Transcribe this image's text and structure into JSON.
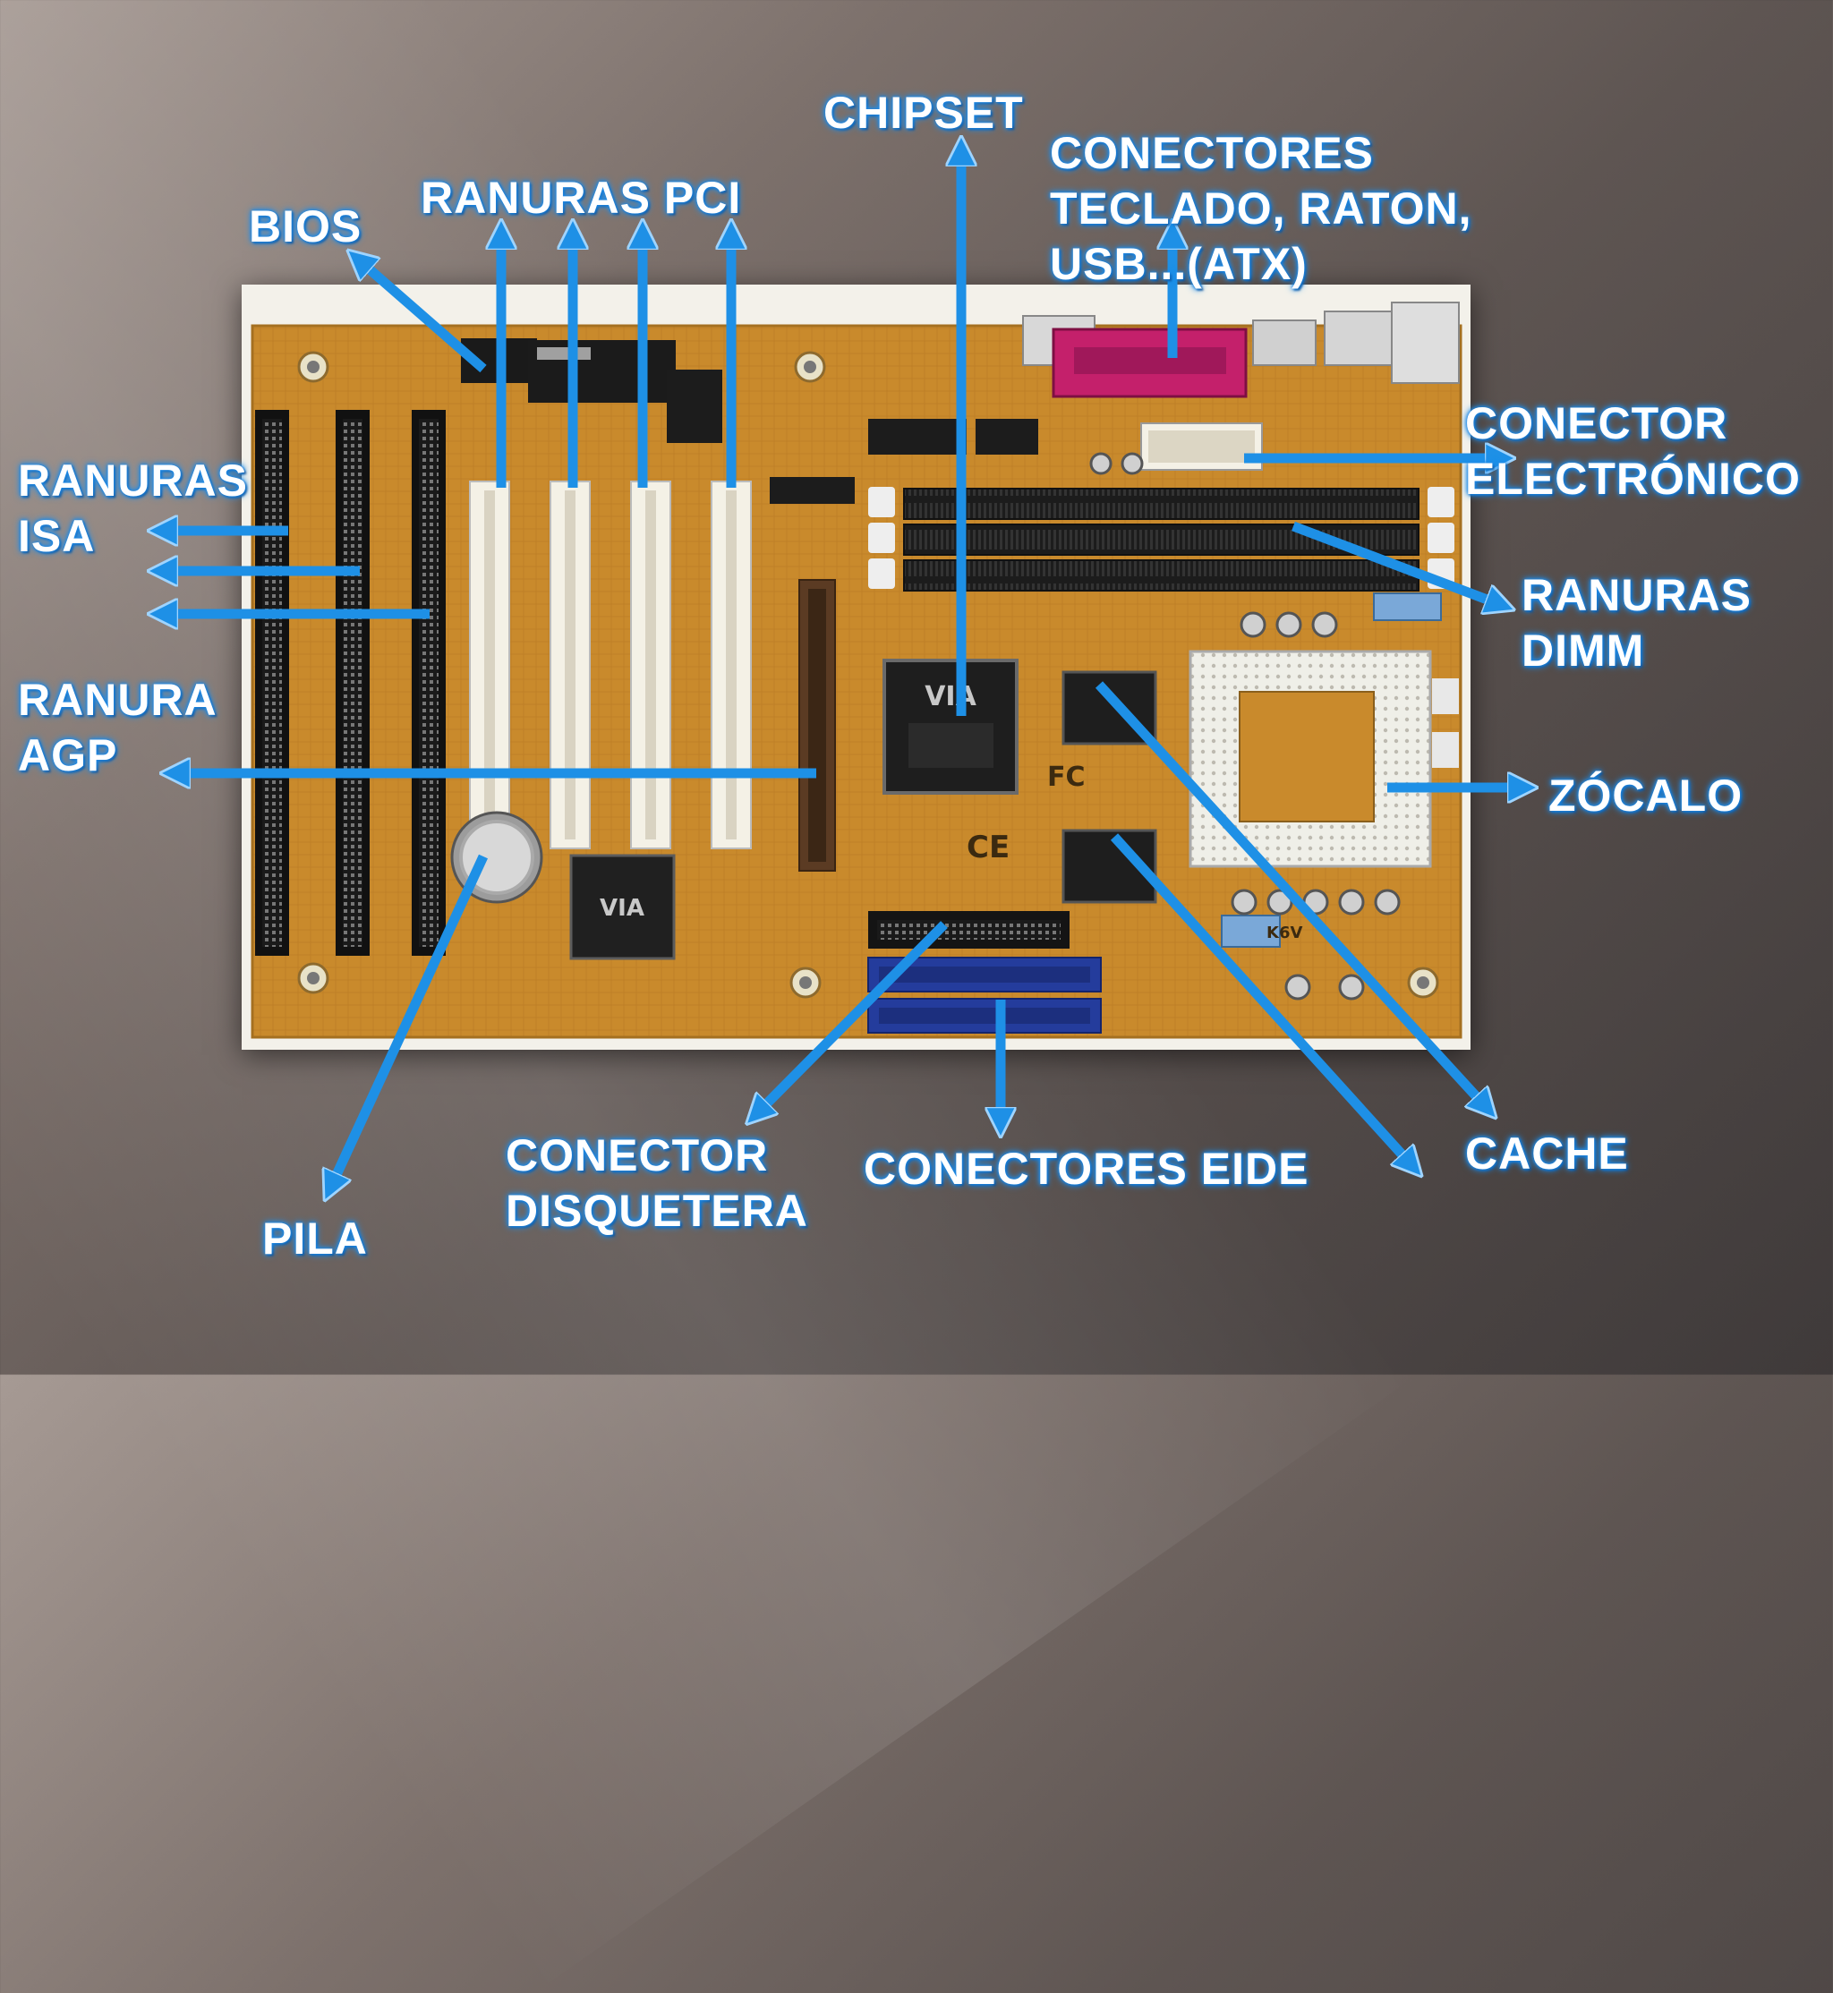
{
  "labels": {
    "chipset": "CHIPSET",
    "conectores_teclado": "CONECTORES\nTECLADO, RATON,\nUSB...(ATX)",
    "ranuras_pci": "RANURAS PCI",
    "bios": "BIOS",
    "conector_electronico": "CONECTOR\nELECTRÓNICO",
    "ranuras_isa": "RANURAS\nISA",
    "ranuras_dimm": "RANURAS\nDIMM",
    "ranura_agp": "RANURA\nAGP",
    "zocalo": "ZÓCALO",
    "conector_disquetera": "CONECTOR\nDISQUETERA",
    "conectores_eide": "CONECTORES EIDE",
    "cache": "CACHE",
    "pila": "PILA"
  },
  "board_marks": {
    "chip_brand": "VIA",
    "ce_mark": "CE",
    "fc_mark": "FC",
    "model": "K6V"
  },
  "colors": {
    "arrow": "#1e90e6",
    "arrow_glow": "#7fc8ff",
    "label_glow": "#1e88e5",
    "board": "#c98a2c"
  }
}
